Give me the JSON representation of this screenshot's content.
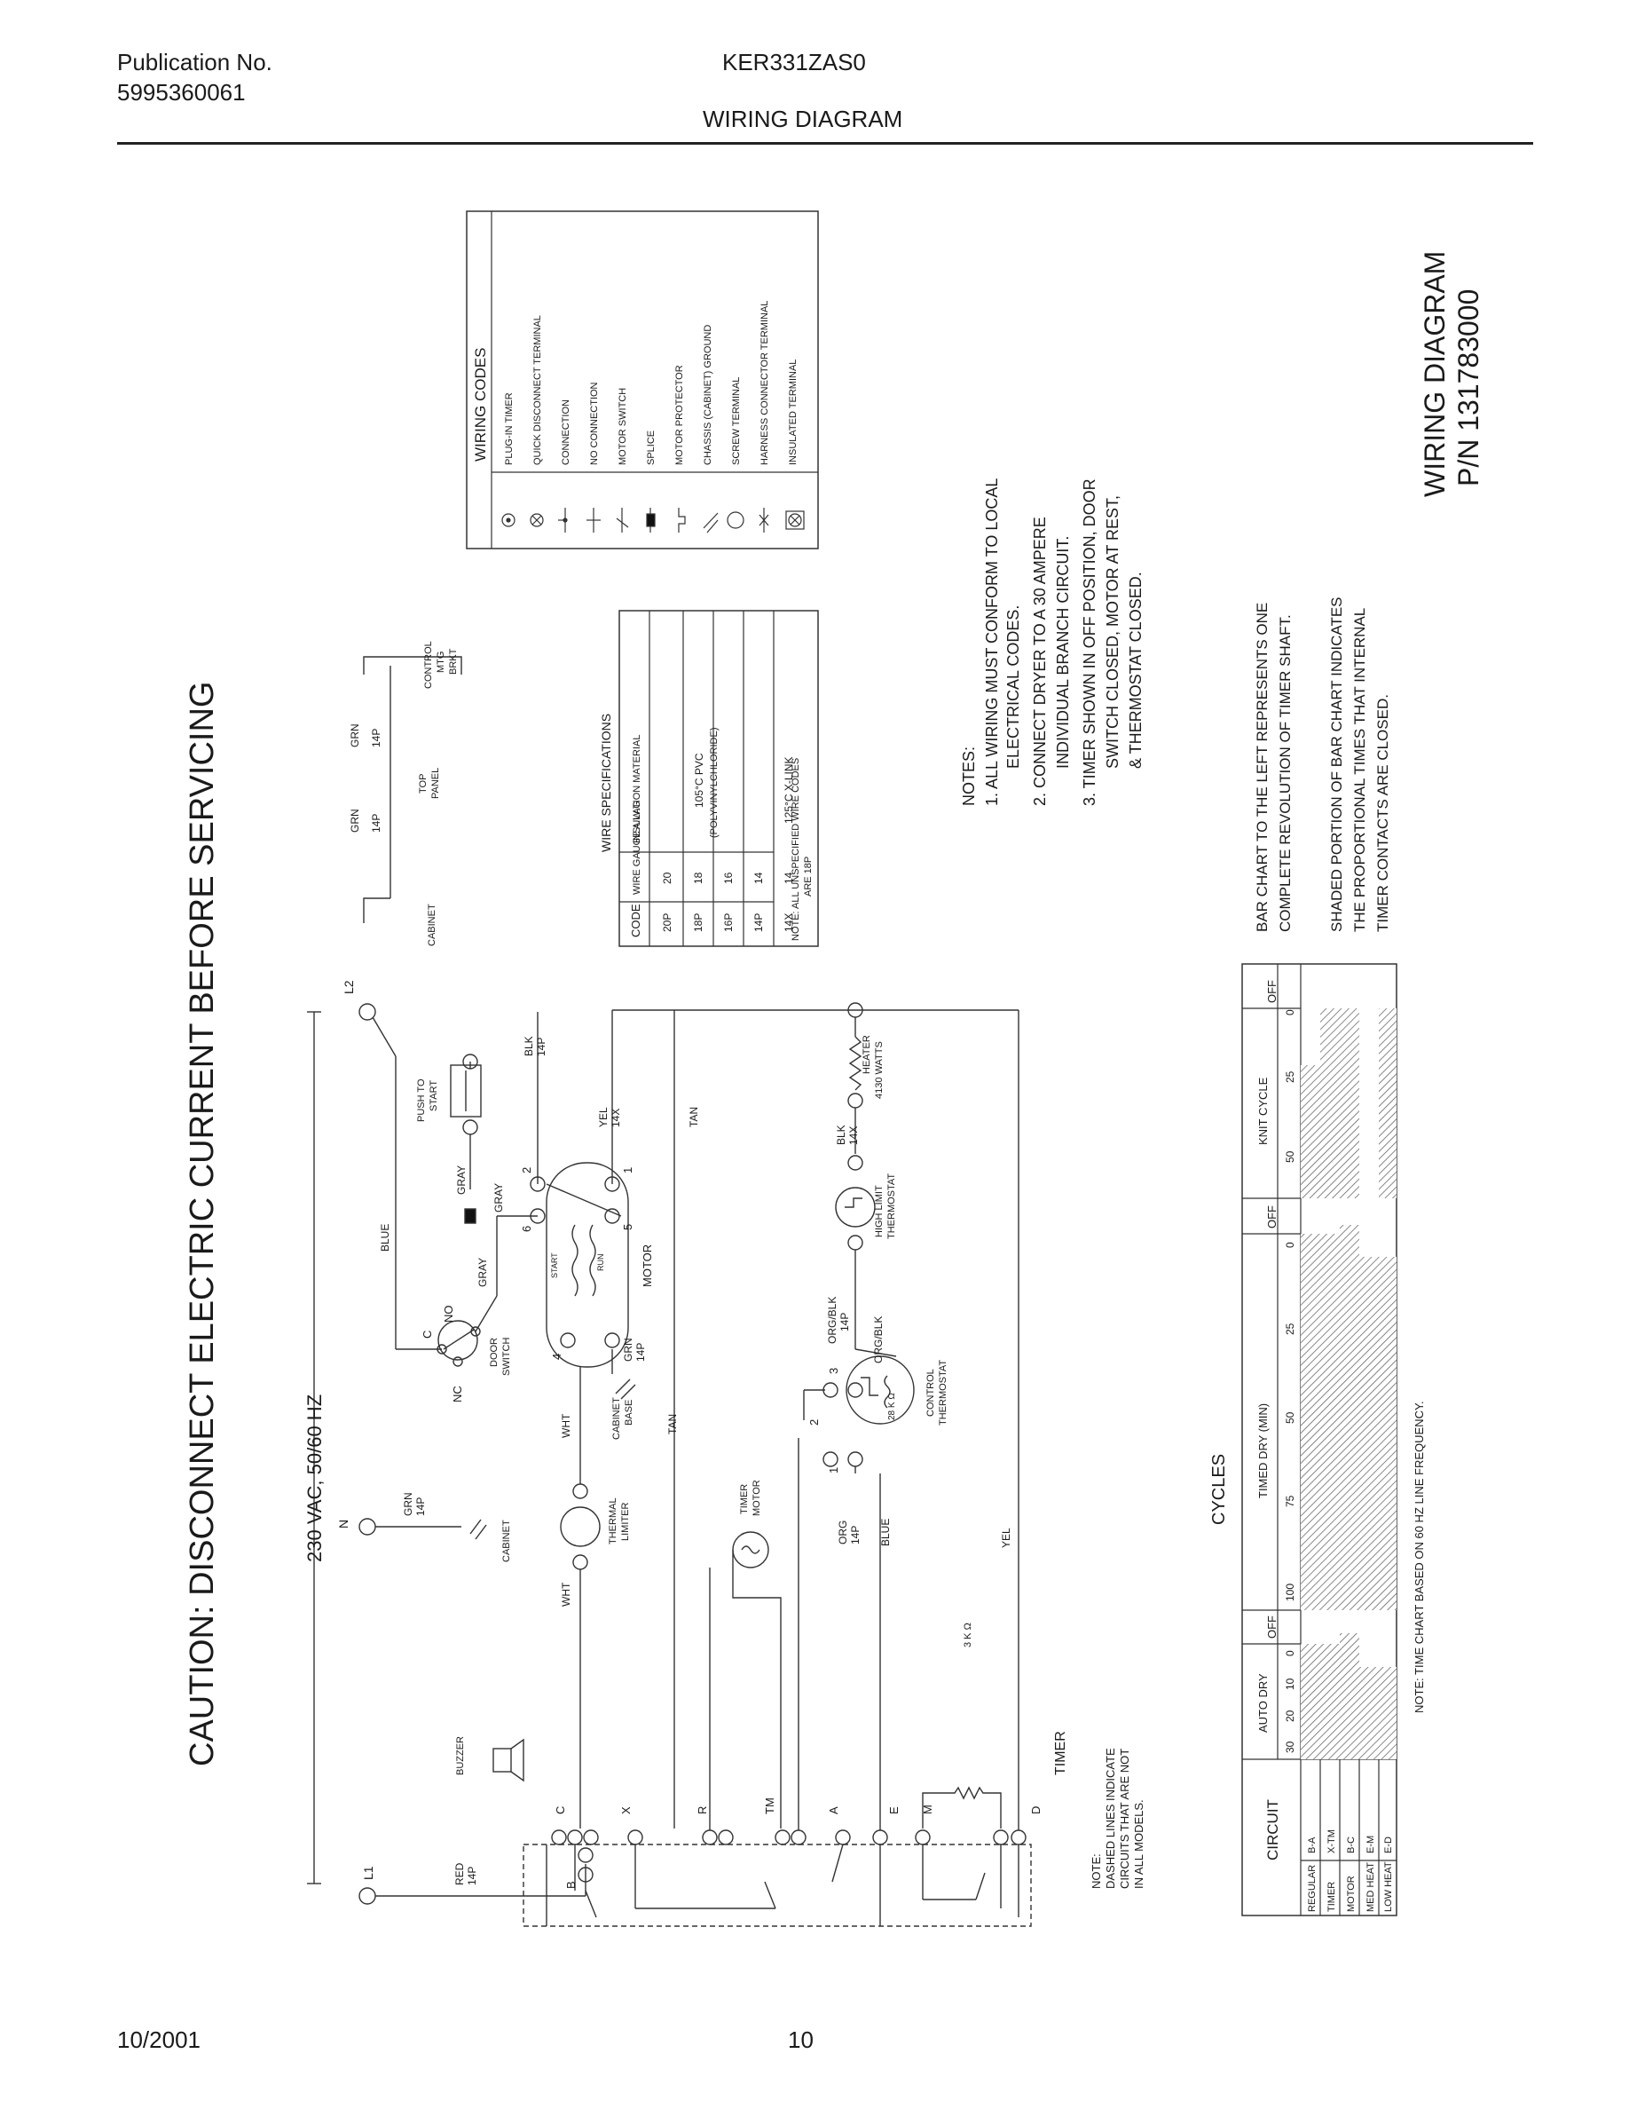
{
  "header": {
    "publication_label": "Publication No.",
    "publication_number": "5995360061",
    "model": "KER331ZAS0",
    "page_title": "WIRING DIAGRAM"
  },
  "footer": {
    "date": "10/2001",
    "page_number": "10"
  },
  "caution": "CAUTION: DISCONNECT ELECTRIC CURRENT BEFORE SERVICING",
  "diagram_id": {
    "title": "WIRING DIAGRAM",
    "part_number": "P/N 131783000"
  },
  "wiring_codes": {
    "title": "WIRING CODES",
    "items": [
      "PLUG-IN TIMER",
      "QUICK DISCONNECT TERMINAL",
      "CONNECTION",
      "NO CONNECTION",
      "MOTOR SWITCH",
      "SPLICE",
      "MOTOR PROTECTOR",
      "CHASSIS (CABINET) GROUND",
      "SCREW TERMINAL",
      "HARNESS CONNECTOR TERMINAL",
      "INSULATED TERMINAL"
    ]
  },
  "wire_specs": {
    "title": "WIRE SPECIFICATIONS",
    "headers": [
      "CODE",
      "WIRE GAUGE A.W.G",
      "INSULATION MATERIAL"
    ],
    "rows": [
      [
        "20P",
        "20"
      ],
      [
        "18P",
        "18"
      ],
      [
        "16P",
        "16"
      ],
      [
        "14P",
        "14"
      ],
      [
        "14X",
        "14"
      ]
    ],
    "pvc_line1": "105°C PVC",
    "pvc_line2": "(POLYVINYLCHLORIDE)",
    "xlink": "125°C X-LINK",
    "note1": "NOTE: ALL UNSPECIFIED WIRE CODES",
    "note2": "ARE 18P"
  },
  "notes": {
    "title": "NOTES:",
    "lines": [
      "1. ALL WIRING MUST CONFORM TO LOCAL",
      "ELECTRICAL CODES.",
      "2. CONNECT DRYER TO A 30 AMPERE",
      "INDIVIDUAL BRANCH CIRCUIT.",
      "3. TIMER SHOWN IN OFF POSITION, DOOR",
      "SWITCH CLOSED, MOTOR AT REST,",
      "& THERMOSTAT CLOSED."
    ]
  },
  "bar_notes": {
    "note1": [
      "BAR CHART TO THE LEFT REPRESENTS ONE",
      "COMPLETE REVOLUTION OF TIMER SHAFT."
    ],
    "note2": [
      "SHADED PORTION OF BAR CHART INDICATES",
      "THE PROPORTIONAL TIMES THAT INTERNAL",
      "TIMER CONTACTS ARE CLOSED."
    ]
  },
  "cycles": {
    "title": "CYCLES",
    "circuit_label": "CIRCUIT",
    "rows": [
      [
        "REGULAR",
        "B-A"
      ],
      [
        "TIMER",
        "X-TM"
      ],
      [
        "MOTOR",
        "B-C"
      ],
      [
        "MED HEAT",
        "E-M"
      ],
      [
        "LOW HEAT",
        "E-D"
      ]
    ],
    "auto_dry": "AUTO DRY",
    "auto_ticks": [
      "30",
      "20",
      "10",
      "0"
    ],
    "timed_dry": "TIMED DRY (MIN)",
    "timed_ticks": [
      "100",
      "75",
      "50",
      "25",
      "0"
    ],
    "knit_cycle": "KNIT CYCLE",
    "knit_ticks": [
      "50",
      "25",
      "0"
    ],
    "off": "OFF",
    "freq_note": "NOTE: TIME CHART BASED ON 60 HZ LINE FREQUENCY."
  },
  "schematic": {
    "supply": "230 VAC, 50/60 HZ",
    "L1": "L1",
    "L2": "L2",
    "N": "N",
    "red": "RED",
    "p14": "14P",
    "x14": "14X",
    "grn": "GRN",
    "blk": "BLK",
    "yel": "YEL",
    "tan": "TAN",
    "blue": "BLUE",
    "gray": "GRAY",
    "wht": "WHT",
    "org": "ORG",
    "orgblk": "ORG/BLK",
    "cabinet": "CABINET",
    "top_panel": "TOP",
    "panel": "PANEL",
    "control": "CONTROL",
    "mtg": "MTG",
    "brkt": "BRKT",
    "cabinet_base_1": "CABINET",
    "cabinet_base_2": "BASE",
    "push_to": "PUSH TO",
    "start": "START",
    "door": "DOOR",
    "switch": "SWITCH",
    "nc": "NC",
    "no": "NO",
    "c": "C",
    "motor": "MOTOR",
    "start_w": "START",
    "run_w": "RUN",
    "thermal": "THERMAL",
    "limiter": "LIMITER",
    "timer": "TIMER",
    "timer_motor_1": "TIMER",
    "timer_motor_2": "MOTOR",
    "heater": "HEATER",
    "watts": "4130 WATTS",
    "high_limit": "HIGH LIMIT",
    "thermostat": "THERMOSTAT",
    "control_t": "CONTROL",
    "ohm28": "28 K Ω",
    "ohm3": "3 K Ω",
    "buzzer": "BUZZER",
    "term_b": "B",
    "term_c": "C",
    "term_x": "X",
    "term_r": "R",
    "term_tm": "TM",
    "term_a": "A",
    "term_e": "E",
    "term_m": "M",
    "term_d": "D",
    "n1": "1",
    "n2": "2",
    "n3": "3",
    "n4": "4",
    "n5": "5",
    "n6": "6",
    "dash_note": [
      "NOTE:",
      "DASHED LINES INDICATE",
      "CIRCUITS THAT ARE NOT",
      "IN ALL MODELS."
    ]
  }
}
